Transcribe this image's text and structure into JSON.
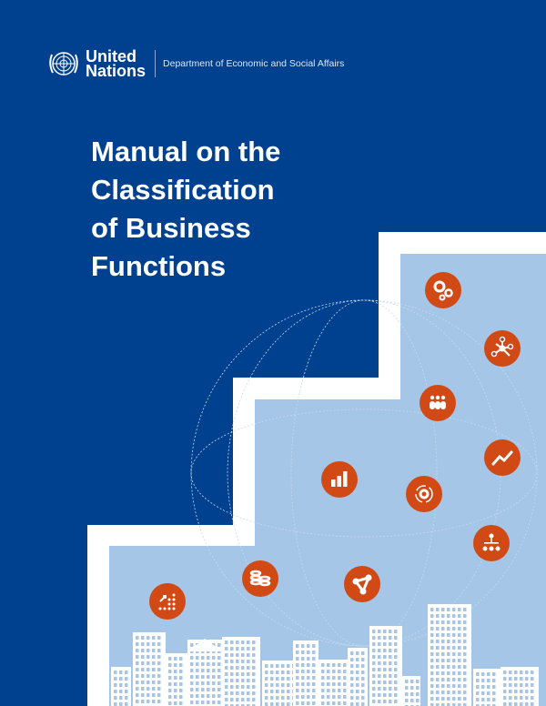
{
  "publisher": {
    "org_line1": "United",
    "org_line2": "Nations",
    "department": "Department of Economic and Social Affairs"
  },
  "title_lines": [
    "Manual on the",
    "Classification",
    "of Business",
    "Functions"
  ],
  "colors": {
    "background": "#00418f",
    "panel": "#a6c6e8",
    "icon": "#d14a16",
    "frame": "#ffffff"
  },
  "icons": [
    "gears-icon",
    "network-icon",
    "people-icon",
    "trend-line-icon",
    "bar-chart-icon",
    "cycle-gear-icon",
    "org-chart-icon",
    "coin-stacks-icon",
    "triangle-nodes-icon",
    "growth-dots-icon"
  ]
}
